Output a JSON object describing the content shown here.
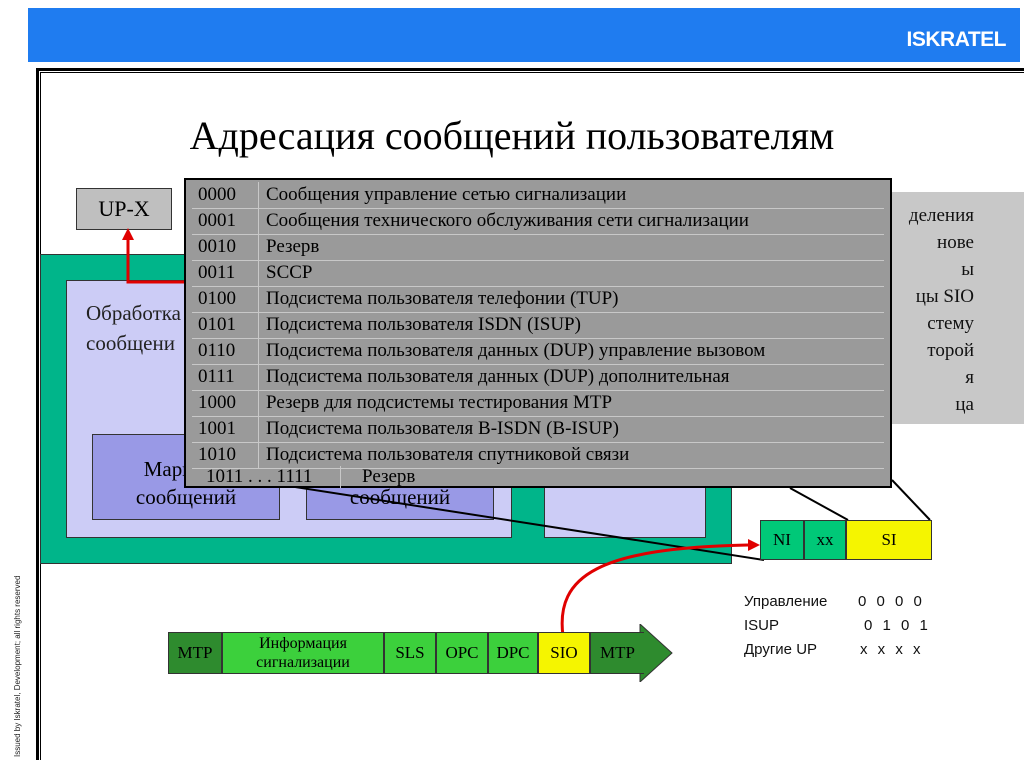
{
  "header": {
    "logo_text": "ISKRATEL",
    "bar_color": "#1f7cf0"
  },
  "side_note": "Issued by Iskratel, Development; all rights reserved",
  "title": "Адресация сообщений пользователям",
  "blocks": {
    "upx": "UP-X",
    "processing_label_line1": "Обработка",
    "processing_label_line2": "сообщени",
    "routing1_line1": "Маршрут",
    "routing1_line2": "сообщений",
    "routing2_line2": "сообщений"
  },
  "right_panel_lines": [
    "деления",
    "нове",
    "ы",
    "цы SIO",
    "стему",
    "торой",
    "я",
    "ца"
  ],
  "sio_table": {
    "rows": [
      {
        "code": "0000",
        "desc": "Сообщения управление сетью сигнализации"
      },
      {
        "code": "0001",
        "desc": "Сообщения технического обслуживания сети сигнализации"
      },
      {
        "code": "0010",
        "desc": "Резерв"
      },
      {
        "code": "0011",
        "desc": "SCCP"
      },
      {
        "code": "0100",
        "desc": "Подсистема пользователя телефонии (TUP)"
      },
      {
        "code": "0101",
        "desc": "Подсистема пользователя ISDN (ISUP)"
      },
      {
        "code": "0110",
        "desc": "Подсистема пользователя данных (DUP) управление вызовом"
      },
      {
        "code": "0111",
        "desc": "Подсистема пользователя данных (DUP) дополнительная"
      },
      {
        "code": "1000",
        "desc": "Резерв для подсистемы тестирования MTP"
      },
      {
        "code": "1001",
        "desc": "Подсистема пользователя B-ISDN (B-ISUP)"
      },
      {
        "code": "1010",
        "desc": "Подсистема пользователя спутниковой связи"
      }
    ],
    "last_row": {
      "code": "1011 . . . 1111",
      "desc": "Резерв"
    }
  },
  "sio_fields": {
    "ni": "NI",
    "xx": "xx",
    "si": "SI"
  },
  "legend": [
    {
      "label": "Управление",
      "value": "0 0 0 0"
    },
    {
      "label": "ISUP",
      "value": "0 1 0 1"
    },
    {
      "label": "Другие UP",
      "value": "x x x x"
    }
  ],
  "message_fields": {
    "mtp1": "MTP",
    "info_line1": "Информация",
    "info_line2": "сигнализации",
    "sls": "SLS",
    "opc": "OPC",
    "dpc": "DPC",
    "sio": "SIO",
    "mtp2": "MTP"
  },
  "colors": {
    "green_block": "#00b58a",
    "lavender": "#ccccf6",
    "routing_block": "#9999e6",
    "table_bg": "#9a9a9a",
    "dark_green": "#2e8b2e",
    "light_green": "#3cd03c",
    "yellow": "#f5f500",
    "teal": "#00c878",
    "red_arrow": "#e00000"
  }
}
